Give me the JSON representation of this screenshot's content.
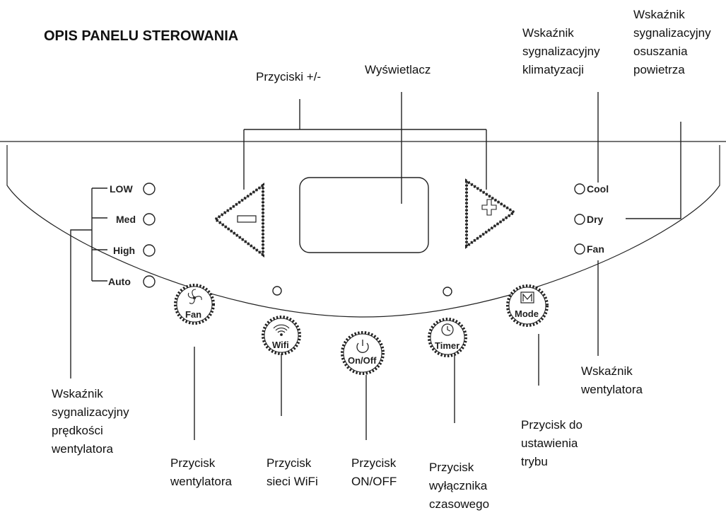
{
  "title": "OPIS PANELU STEROWANIA",
  "labels": {
    "plus_minus": "Przyciski +/-",
    "display": "Wyświetlacz",
    "cool_indicator": [
      "Wskaźnik",
      "sygnalizacyjny",
      "klimatyzacji"
    ],
    "dry_indicator": [
      "Wskaźnik",
      "sygnalizacyjny",
      "osuszania",
      "powietrza"
    ],
    "speed_indicator": [
      "Wskaźnik",
      "sygnalizacyjny",
      "prędkości",
      "wentylatora"
    ],
    "fan_button": [
      "Przycisk",
      "wentylatora"
    ],
    "wifi_button": [
      "Przycisk",
      "sieci WiFi"
    ],
    "onoff_button": [
      "Przycisk",
      "ON/OFF"
    ],
    "timer_button": [
      "Przycisk",
      "wyłącznika",
      "czasowego"
    ],
    "mode_button": [
      "Przycisk do",
      "ustawienia",
      "trybu"
    ],
    "fan_indicator": [
      "Wskaźnik",
      "wentylatora"
    ]
  },
  "panel": {
    "speeds": [
      "LOW",
      "Med",
      "High",
      "Auto"
    ],
    "modes": [
      "Cool",
      "Dry",
      "Fan"
    ],
    "buttons": {
      "fan": "Fan",
      "wifi": "Wifi",
      "onoff": "On/Off",
      "timer": "Timer",
      "mode": "Mode"
    }
  },
  "icons": [
    "minus-icon",
    "plus-icon",
    "fan-icon",
    "wifi-icon",
    "power-icon",
    "clock-icon",
    "mode-icon"
  ]
}
